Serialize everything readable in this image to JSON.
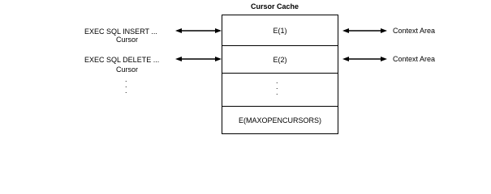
{
  "title": "Cursor Cache",
  "left_labels": [
    {
      "line1": "EXEC SQL INSERT ...",
      "line2": "Cursor"
    },
    {
      "line1": "EXEC SQL DELETE ...",
      "line2": "Cursor"
    }
  ],
  "left_dots": ".\n.\n.",
  "cells": [
    "E(1)",
    "E(2)",
    "",
    "E(MAXOPENCURSORS)"
  ],
  "cell_dots": ".\n.\n.",
  "right_labels": [
    "Context Area",
    "Context Area"
  ]
}
